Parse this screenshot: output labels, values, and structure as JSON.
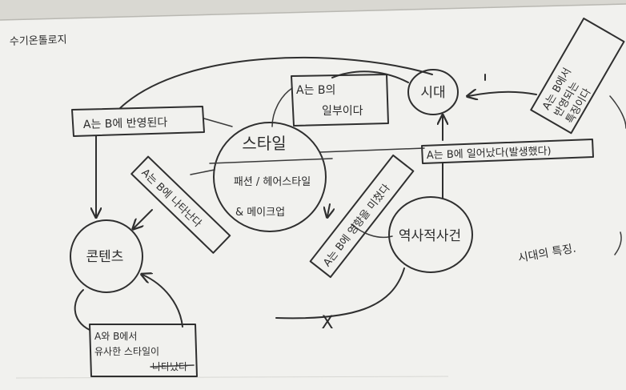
{
  "page_title": "수기온톨로지",
  "nodes": {
    "era": "시대",
    "style": "스타일",
    "style_sub_1": "패션 / 헤어스타일",
    "style_sub_2": "& 메이크업",
    "content": "콘텐츠",
    "event": "역사적사건"
  },
  "relations": {
    "part_of_line1": "A는 B의",
    "part_of_line2": "일부이다",
    "reflected": "A는 B에 반영된다",
    "appears": "A는 B에 나타난다",
    "influences": "A는 B에 영향을 미쳤다",
    "occurred": "A는 B에 일어났다(발생했다)",
    "corner_line1": "A는 B에서",
    "corner_line2": "반영되는",
    "corner_line3": "특징이다",
    "similar_line1": "A와 B에서",
    "similar_line2": "유사한 스타일이",
    "similar_line3": "나타났다"
  },
  "notes": {
    "era_traits": "시대의 특징."
  },
  "marks": {
    "cross": "X"
  }
}
